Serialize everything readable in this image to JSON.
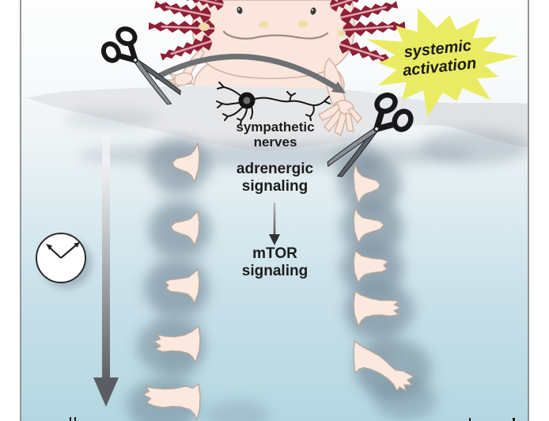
{
  "labels": {
    "systemic_activation": {
      "line1": "systemic",
      "line2": "activation"
    },
    "sympathetic_nerves": {
      "line1": "sympathetic",
      "line2": "nerves"
    },
    "adrenergic_signaling": {
      "line1": "adrenergic",
      "line2": "signaling"
    },
    "mtor_signaling": {
      "line1": "mTOR",
      "line2": "signaling"
    }
  },
  "icons": {
    "left_scissors": "scissors-icon",
    "right_scissors": "scissors-icon",
    "clock": "clock-icon",
    "neuron": "sympathetic-neuron-icon",
    "time_arrow": "downward-time-arrow-icon",
    "systemic_arrow": "curved-arrow-icon",
    "starburst": "starburst-shape"
  },
  "regeneration_columns": {
    "left_stage_count": 5,
    "right_stage_count": 5
  },
  "colors": {
    "background_top": "#fcfdfd",
    "background_bottom": "#b3d7e2",
    "panel_border": "#8f9496",
    "mound": "#e6e7e9",
    "starburst": "#e9ec62",
    "gills": "#8e2036",
    "skin": "#fae6dc",
    "limb": "#fbe9e0",
    "shadow": "#6d8090",
    "arrow_gray": "#6d7175",
    "text": "#1c1c1c"
  }
}
